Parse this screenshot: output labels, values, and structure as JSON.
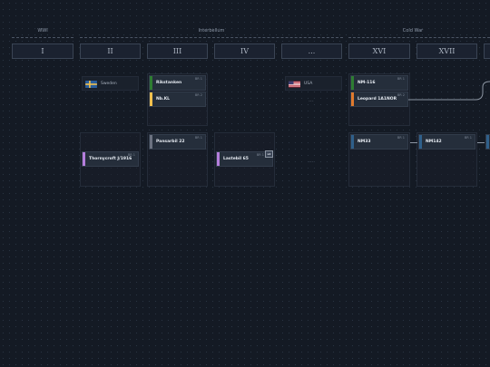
{
  "eras": [
    {
      "label": "WWI"
    },
    {
      "label": "Interbellum"
    },
    {
      "label": "Cold War"
    }
  ],
  "tiers": [
    "I",
    "II",
    "III",
    "IV",
    "...",
    "XVI",
    "XVII"
  ],
  "nations": [
    {
      "name": "Sweden",
      "flag": "sweden-flag"
    },
    {
      "name": "USA",
      "flag": "usa-flag"
    }
  ],
  "placeholder": "...",
  "colors": {
    "background": "#141a24",
    "green": "#2e7d32",
    "yellow": "#f2c14e",
    "orange": "#e07a2e",
    "purple": "#b57edc",
    "grey": "#6b7280",
    "blue": "#2f5f8a"
  },
  "vehicles": [
    {
      "name": "Rikstanken",
      "br": "BR 1",
      "stripe": "green"
    },
    {
      "name": "Nb.KL",
      "br": "BR 2",
      "stripe": "yellow"
    },
    {
      "name": "Thornycroft J/1916",
      "br": "BR 1",
      "stripe": "purple"
    },
    {
      "name": "Pansarbil 22",
      "br": "BR 1",
      "stripe": "grey"
    },
    {
      "name": "Lastebil 65",
      "br": "BR 1",
      "stripe": "purple",
      "badge": "x2"
    },
    {
      "name": "NM-116",
      "br": "BR 1",
      "stripe": "green"
    },
    {
      "name": "Leopard 1A1NOR",
      "br": "BR 2",
      "stripe": "orange"
    },
    {
      "name": "NM33",
      "br": "BR 1",
      "stripe": "blue"
    },
    {
      "name": "NM142",
      "br": "BR 1",
      "stripe": "blue"
    }
  ]
}
